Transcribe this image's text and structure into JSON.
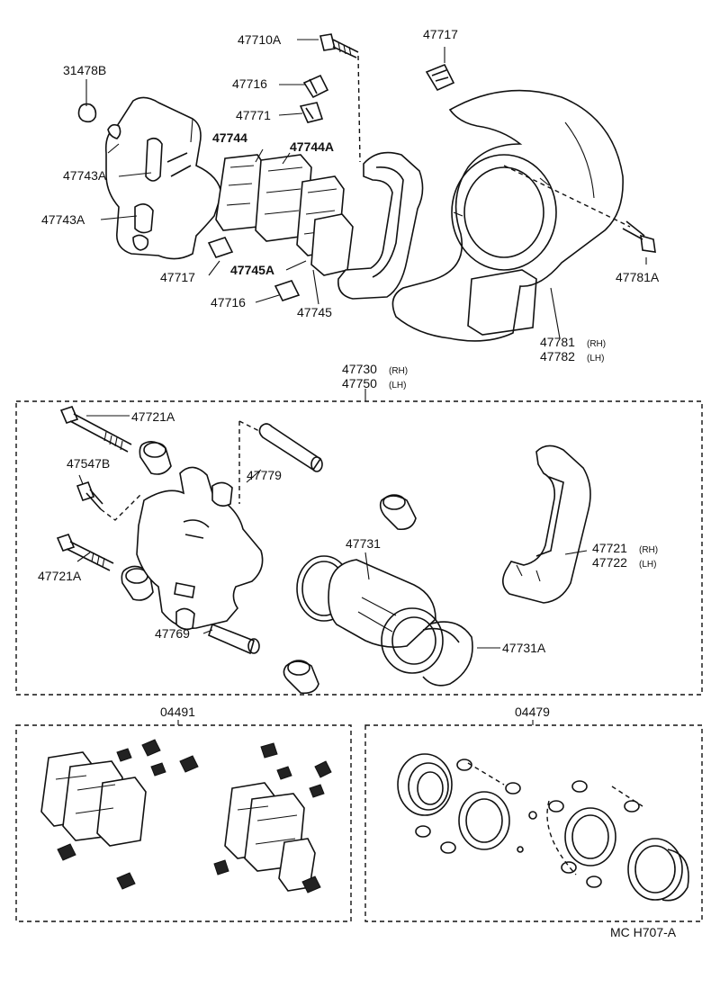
{
  "labels": {
    "p47710A": "47710A",
    "p47717_top": "47717",
    "p31478B": "31478B",
    "p47716_top": "47716",
    "p47771": "47771",
    "p47744": "47744",
    "p47744A": "47744A",
    "p47743A_1": "47743A",
    "p47743A_2": "47743A",
    "p47781A": "47781A",
    "p47717_mid": "47717",
    "p47745A": "47745A",
    "p47716_mid": "47716",
    "p47745": "47745",
    "p47781": "47781",
    "p47781_rh": "(RH)",
    "p47782": "47782",
    "p47782_lh": "(LH)",
    "p47730": "47730",
    "p47730_rh": "(RH)",
    "p47750": "47750",
    "p47750_lh": "(LH)",
    "p47721A_1": "47721A",
    "p47547B": "47547B",
    "p47779": "47779",
    "p47721A_2": "47721A",
    "p47731": "47731",
    "p47721": "47721",
    "p47721_rh": "(RH)",
    "p47722": "47722",
    "p47722_lh": "(LH)",
    "p47769": "47769",
    "p47731A": "47731A",
    "p04491": "04491",
    "p04479": "04479",
    "code": "MC  H707-A"
  }
}
